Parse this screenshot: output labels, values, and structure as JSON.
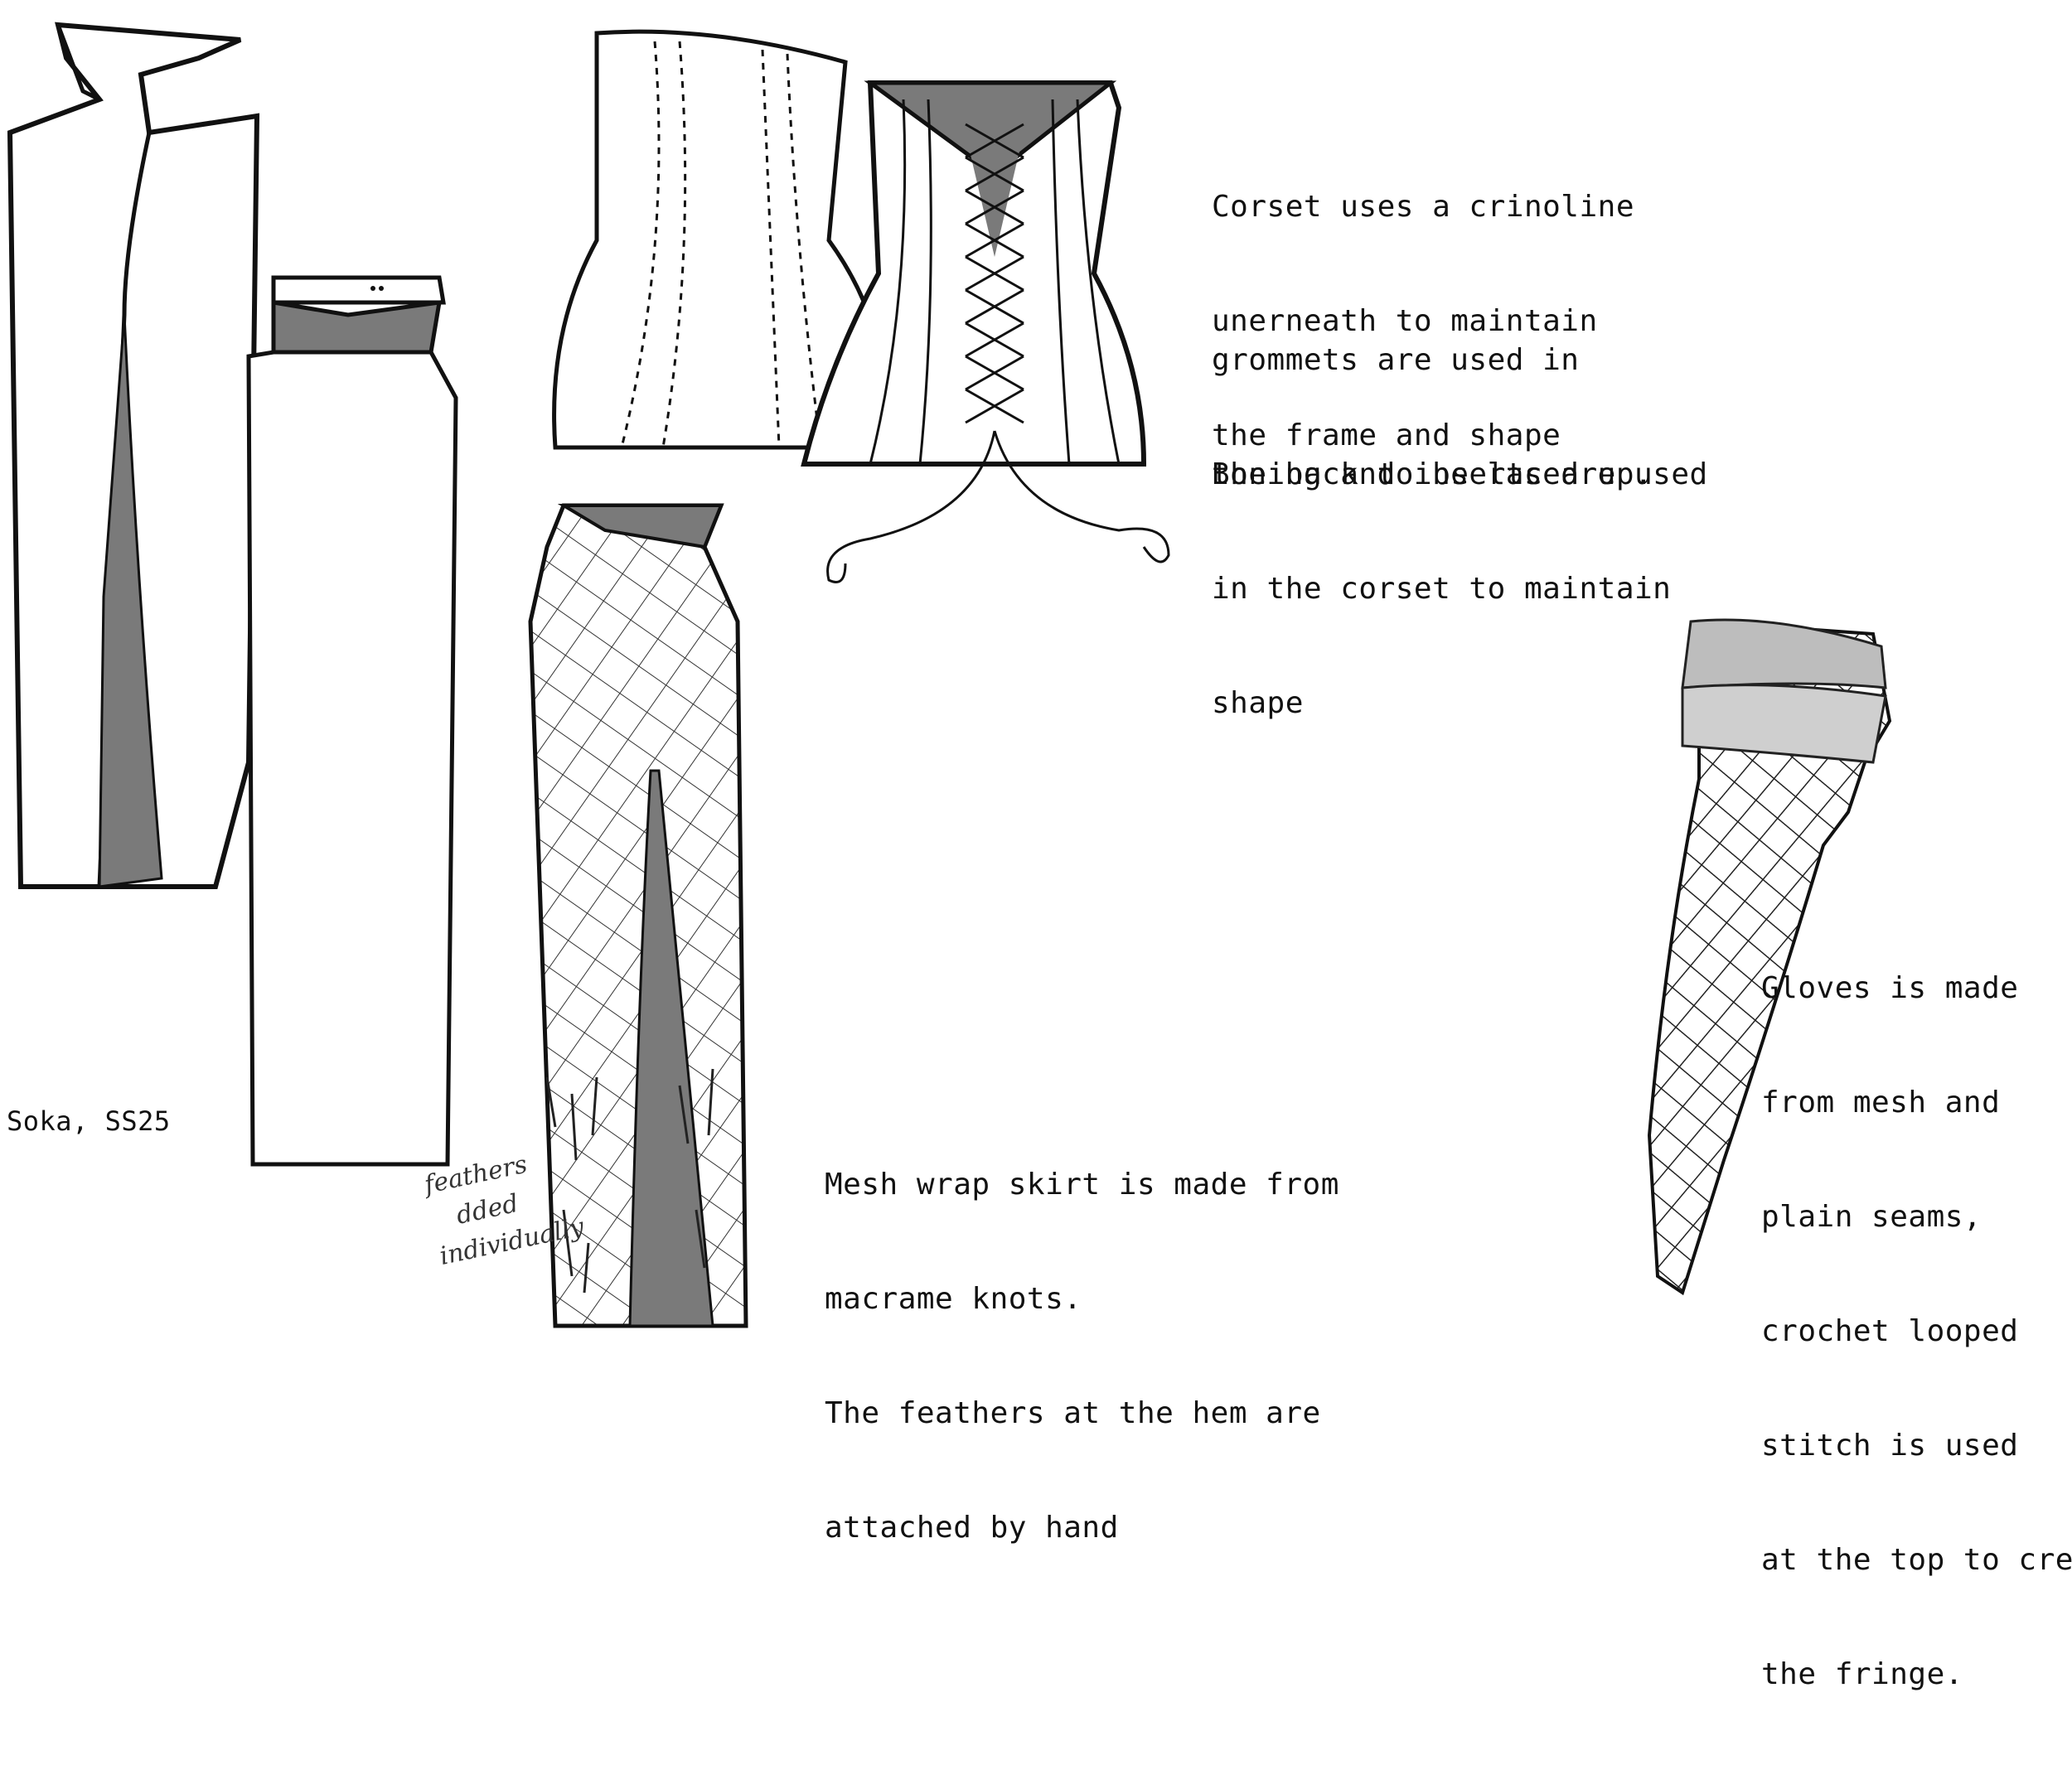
{
  "label": {
    "collection": "Soka, SS25"
  },
  "notes": {
    "corset": {
      "lines_1": [
        "Corset uses a crinoline",
        "unerneath to maintain",
        "the frame and shape"
      ],
      "lines_2": [
        "grommets are used in",
        "the back to be laced up."
      ],
      "lines_3": [
        "Boning and inserts are used",
        "in the corset to maintain",
        "shape"
      ]
    },
    "skirt": {
      "lines": [
        "Mesh wrap skirt is made from",
        "macrame knots.",
        "The feathers at the hem are",
        "attached by hand"
      ]
    },
    "gloves": {
      "lines": [
        "Gloves is made",
        "from mesh and",
        "plain seams,",
        "crochet looped",
        "stitch is used",
        "at the top to creat",
        "the fringe."
      ]
    },
    "handwritten": {
      "lines": [
        "feathers",
        "dded",
        "individually"
      ]
    }
  },
  "colors": {
    "ink": "#111111",
    "fill_grey": "#808080",
    "paper": "#ffffff"
  }
}
